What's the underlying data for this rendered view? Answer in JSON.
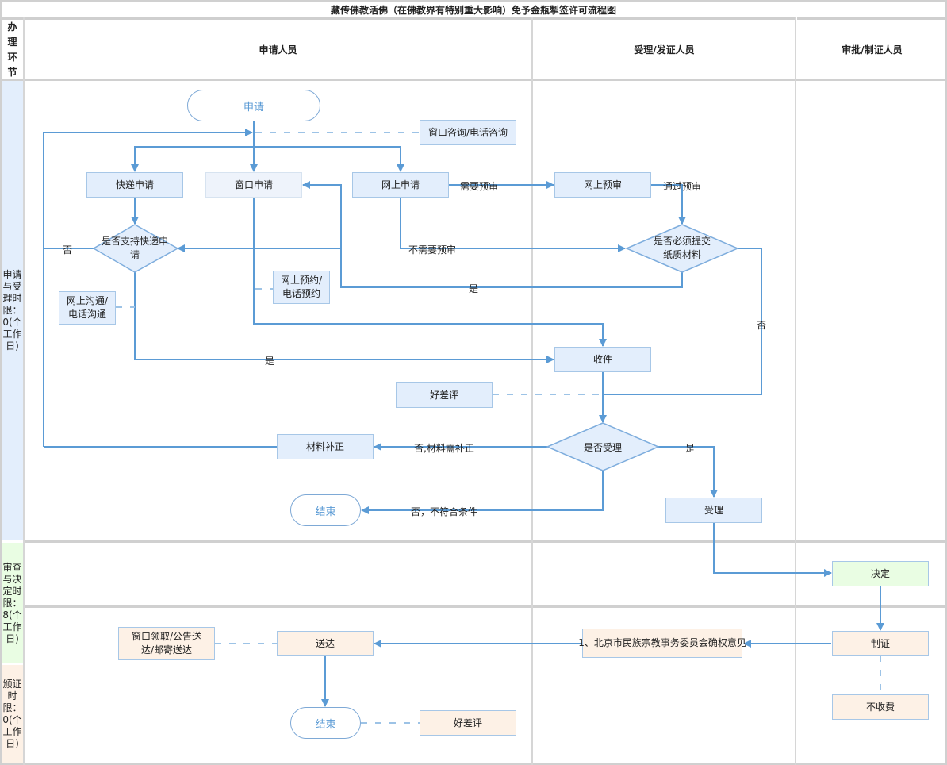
{
  "title": "藏传佛教活佛（在佛教界有特别重大影响）免予金瓶掣签许可流程图",
  "header": {
    "stage_label": "办理环节",
    "columns": [
      "申请人员",
      "受理/发证人员",
      "审批/制证人员"
    ]
  },
  "lanes": [
    {
      "label": "申请与受理时限：0(个工作日)",
      "color": "#e3eefc"
    },
    {
      "label": "审查与决定时限：8(个工作日)",
      "color": "#e9fde3"
    },
    {
      "label": "颁证时限：0(个工作日)",
      "color": "#fdf1e6"
    }
  ],
  "nodes": {
    "start": "申请",
    "consult": "窗口咨询/电话咨询",
    "express_apply": "快递申请",
    "window_apply": "窗口申请",
    "online_apply": "网上申请",
    "online_precheck": "网上预审",
    "support_express": "是否支持快递申请",
    "paper_required": "是否必须提交纸质材料",
    "online_booking": "网上预约/电话预约",
    "online_comm": "网上沟通/电话沟通",
    "receive": "收件",
    "rating1": "好差评",
    "accept_decision": "是否受理",
    "supplement": "材料补正",
    "end1": "结束",
    "accept": "受理",
    "decide": "决定",
    "make_cert": "制证",
    "confirm": "1、北京市民族宗教事务委员会确权意见",
    "deliver": "送达",
    "delivery_methods": "窗口领取/公告送达/邮寄送达",
    "end2": "结束",
    "rating2": "好差评",
    "no_fee": "不收费"
  },
  "edge_labels": {
    "need_precheck": "需要预审",
    "pass_precheck": "通过预审",
    "no_precheck": "不需要预审",
    "no_left": "否",
    "yes_paper": "是",
    "no_paper": "否",
    "yes_express": "是",
    "no_supplement": "否,材料需补正",
    "no_ineligible": "否，不符合条件",
    "yes_accept": "是"
  },
  "colors": {
    "line": "#5b9bd5",
    "dash": "#9dc3e6",
    "box_blue": "#e3eefc",
    "box_green": "#e9fde3",
    "box_peach": "#fdf1e6"
  }
}
